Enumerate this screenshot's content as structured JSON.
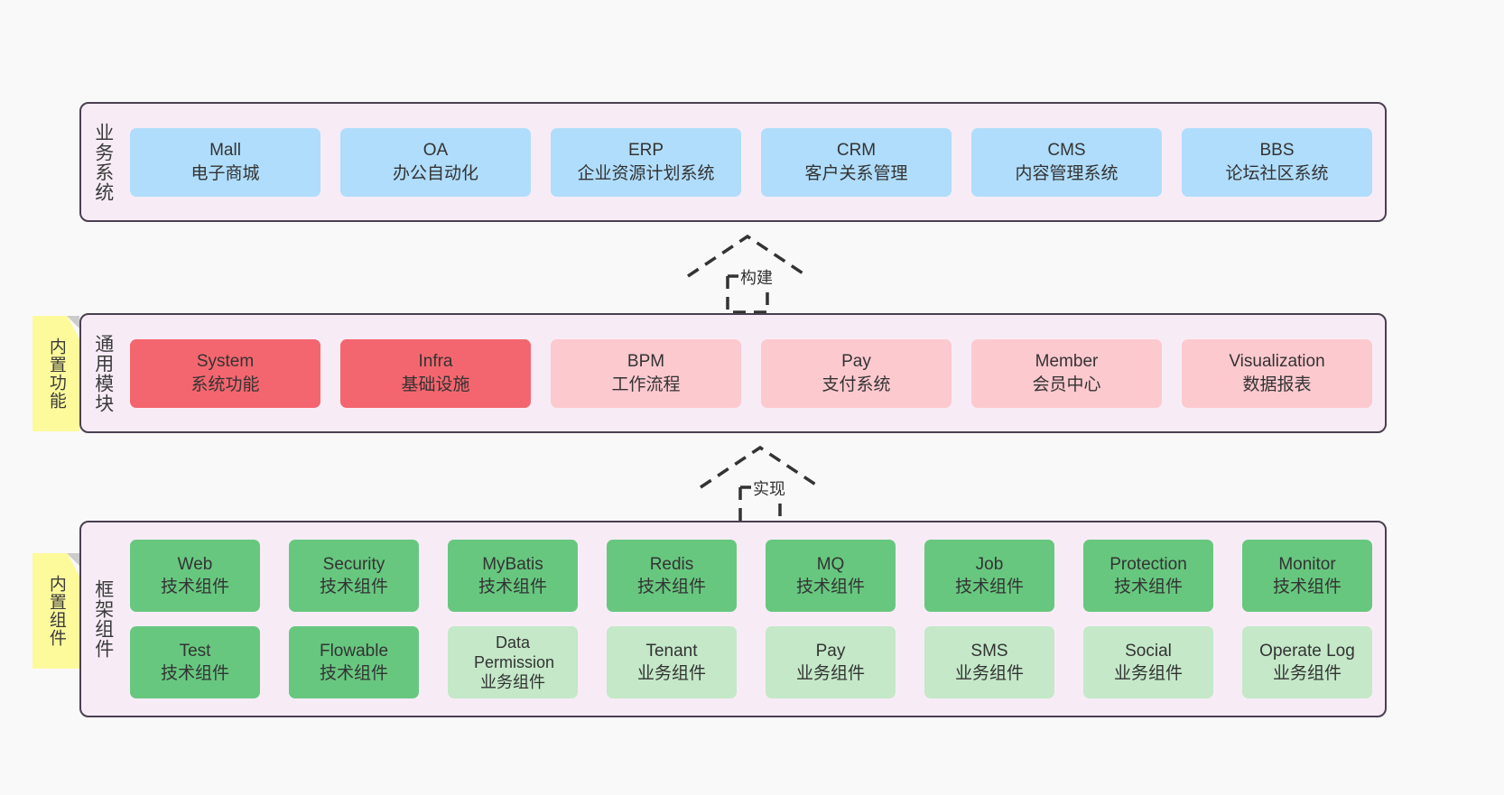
{
  "layers": [
    {
      "id": "business-systems",
      "title": "业务系统",
      "rows": [
        {
          "cards": [
            {
              "en": "Mall",
              "cn": "电子商城",
              "color": "#b0ddfb",
              "style": "c-blue"
            },
            {
              "en": "OA",
              "cn": "办公自动化",
              "color": "#b0ddfb",
              "style": "c-blue"
            },
            {
              "en": "ERP",
              "cn": "企业资源计划系统",
              "color": "#b0ddfb",
              "style": "c-blue"
            },
            {
              "en": "CRM",
              "cn": "客户关系管理",
              "color": "#b0ddfb",
              "style": "c-blue"
            },
            {
              "en": "CMS",
              "cn": "内容管理系统",
              "color": "#b0ddfb",
              "style": "c-blue"
            },
            {
              "en": "BBS",
              "cn": "论坛社区系统",
              "color": "#b0ddfb",
              "style": "c-blue"
            }
          ]
        }
      ]
    },
    {
      "id": "common-modules",
      "title": "通用模块",
      "note": "内置功能",
      "rows": [
        {
          "cards": [
            {
              "en": "System",
              "cn": "系统功能",
              "color": "#f4666f",
              "style": "c-red"
            },
            {
              "en": "Infra",
              "cn": "基础设施",
              "color": "#f4666f",
              "style": "c-red"
            },
            {
              "en": "BPM",
              "cn": "工作流程",
              "color": "#fcc9cf",
              "style": "c-pink"
            },
            {
              "en": "Pay",
              "cn": "支付系统",
              "color": "#fcc9cf",
              "style": "c-pink"
            },
            {
              "en": "Member",
              "cn": "会员中心",
              "color": "#fcc9cf",
              "style": "c-pink"
            },
            {
              "en": "Visualization",
              "cn": "数据报表",
              "color": "#fcc9cf",
              "style": "c-pink"
            }
          ]
        }
      ]
    },
    {
      "id": "framework-components",
      "title": "框架组件",
      "note": "内置组件",
      "rows": [
        {
          "cards": [
            {
              "en": "Web",
              "cn": "技术组件",
              "color": "#67c77f",
              "style": "c-green"
            },
            {
              "en": "Security",
              "cn": "技术组件",
              "color": "#67c77f",
              "style": "c-green"
            },
            {
              "en": "MyBatis",
              "cn": "技术组件",
              "color": "#67c77f",
              "style": "c-green"
            },
            {
              "en": "Redis",
              "cn": "技术组件",
              "color": "#67c77f",
              "style": "c-green"
            },
            {
              "en": "MQ",
              "cn": "技术组件",
              "color": "#67c77f",
              "style": "c-green"
            },
            {
              "en": "Job",
              "cn": "技术组件",
              "color": "#67c77f",
              "style": "c-green"
            },
            {
              "en": "Protection",
              "cn": "技术组件",
              "color": "#67c77f",
              "style": "c-green"
            },
            {
              "en": "Monitor",
              "cn": "技术组件",
              "color": "#67c77f",
              "style": "c-green"
            }
          ]
        },
        {
          "cards": [
            {
              "en": "Test",
              "cn": "技术组件",
              "color": "#67c77f",
              "style": "c-green"
            },
            {
              "en": "Flowable",
              "cn": "技术组件",
              "color": "#67c77f",
              "style": "c-green"
            },
            {
              "en": "Data Permission",
              "cn": "业务组件",
              "color": "#c4e8c8",
              "style": "c-lgreen"
            },
            {
              "en": "Tenant",
              "cn": "业务组件",
              "color": "#c4e8c8",
              "style": "c-lgreen"
            },
            {
              "en": "Pay",
              "cn": "业务组件",
              "color": "#c4e8c8",
              "style": "c-lgreen"
            },
            {
              "en": "SMS",
              "cn": "业务组件",
              "color": "#c4e8c8",
              "style": "c-lgreen"
            },
            {
              "en": "Social",
              "cn": "业务组件",
              "color": "#c4e8c8",
              "style": "c-lgreen"
            },
            {
              "en": "Operate Log",
              "cn": "业务组件",
              "color": "#c4e8c8",
              "style": "c-lgreen"
            }
          ]
        }
      ]
    }
  ],
  "arrows": [
    {
      "id": "arrow-build",
      "label": "构建"
    },
    {
      "id": "arrow-implement",
      "label": "实现"
    }
  ],
  "colors": {
    "page_background": "#f9f9f9",
    "panel_background": "#f7ecf6",
    "panel_border": "#4a4050",
    "note_background": "#fdfa9b",
    "note_fold": "#cccccc",
    "blue": "#b0ddfb",
    "red": "#f4666f",
    "pink": "#fcc9cf",
    "green": "#67c77f",
    "light_green": "#c4e8c8",
    "text": "#333333",
    "arrow": "#333333"
  }
}
